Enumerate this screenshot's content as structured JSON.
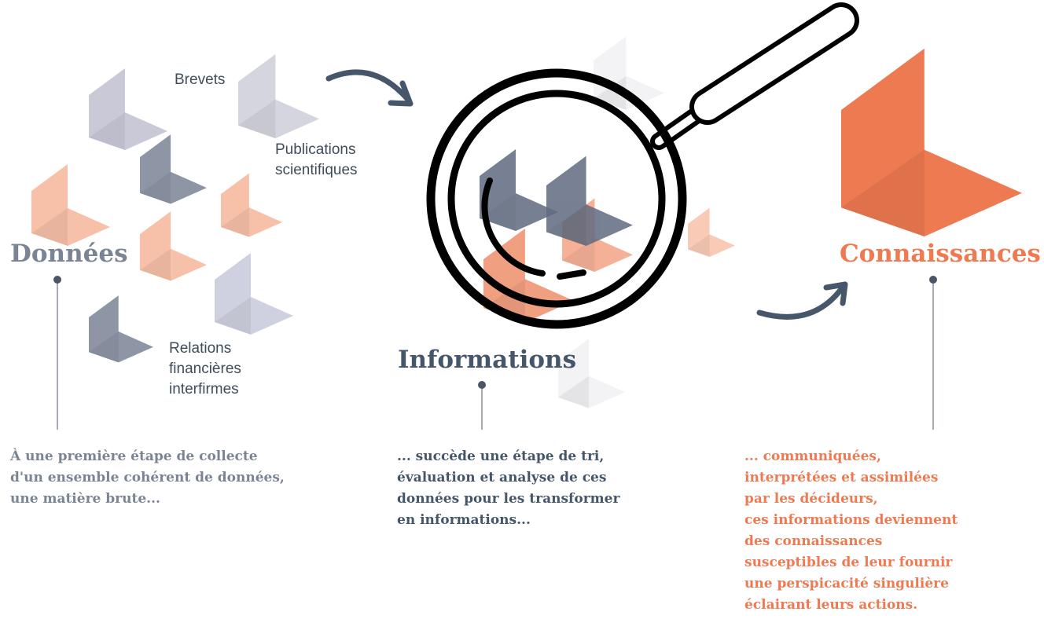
{
  "colors": {
    "gray": "#7b8494",
    "orange": "#ef7a52",
    "navy": "#45566b",
    "dark": "#4a5667"
  },
  "stages": [
    {
      "id": "donnees",
      "title": "Données",
      "description": "À une première étape de collecte\nd'un ensemble cohérent de données,\nune matière brute..."
    },
    {
      "id": "informations",
      "title": "Informations",
      "description": "... succède une étape de tri,\névaluation et analyse de ces\ndonnées pour les transformer\nen informations..."
    },
    {
      "id": "connaissances",
      "title": "Connaissances",
      "description": "... communiquées,\ninterprétées et assimilées\npar les décideurs,\nces informations deviennent\ndes connaissances\nsusceptibles de leur fournir\nune perspicacité singulière\néclairant leurs actions."
    }
  ],
  "sources": {
    "brevets": "Brevets",
    "publications": "Publications\nscientifiques",
    "relations": "Relations\nfinancières\ninterfirmes"
  },
  "icons": {
    "magnifier": "magnifying-glass-icon",
    "arrow": "curved-arrow-icon",
    "chevron": "chevron-icon"
  }
}
